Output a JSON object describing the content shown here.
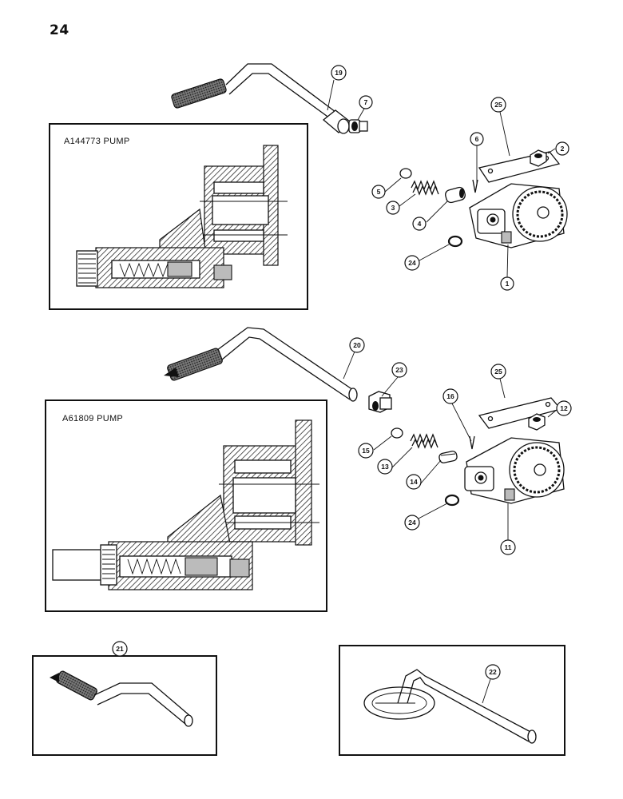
{
  "page": {
    "number": "24"
  },
  "sections": {
    "upper_pump_label": "A144773 PUMP",
    "lower_pump_label": "A61809 PUMP"
  },
  "callouts": {
    "c1": "1",
    "c2": "2",
    "c3": "3",
    "c4": "4",
    "c5": "5",
    "c6": "6",
    "c7": "7",
    "c11": "11",
    "c12": "12",
    "c13": "13",
    "c14": "14",
    "c15": "15",
    "c16": "16",
    "c19": "19",
    "c20": "20",
    "c21": "21",
    "c22": "22",
    "c23": "23",
    "c24a": "24",
    "c24b": "24",
    "c25a": "25",
    "c25b": "25"
  }
}
